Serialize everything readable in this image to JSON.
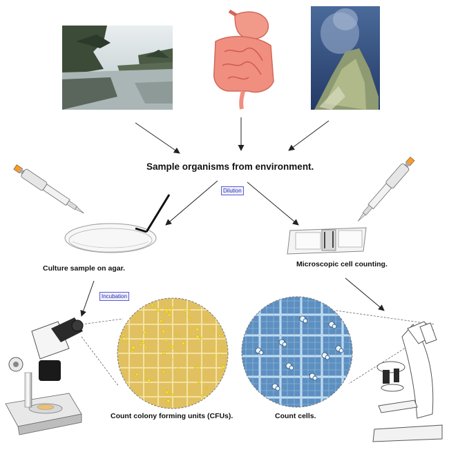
{
  "diagram": {
    "title": "Sample organisms from environment.",
    "tags": {
      "dilution": "Dilution",
      "incubation": "Incubation"
    },
    "captions": {
      "culture": "Culture sample on agar.",
      "microscopic": "Microscopic cell counting.",
      "cfu": "Count colony forming units (CFUs).",
      "cells": "Count cells."
    },
    "colors": {
      "arrow": "#222222",
      "colony_plate": "#e0c060",
      "colony_grid": "#f6e7a8",
      "cell_view": "#5d8fc0",
      "cell_grid": "#cfe6f7",
      "intestine": "#f08f7f",
      "pond_dark": "#3a4a38",
      "vent_sea": "#3a5a8a"
    },
    "icons": [
      "pond-photo",
      "intestine-icon",
      "hydrothermal-vent-photo",
      "pipette-icon",
      "petri-dish-icon",
      "hemocytometer-slide-icon",
      "stereo-microscope-icon",
      "compound-microscope-icon"
    ]
  }
}
